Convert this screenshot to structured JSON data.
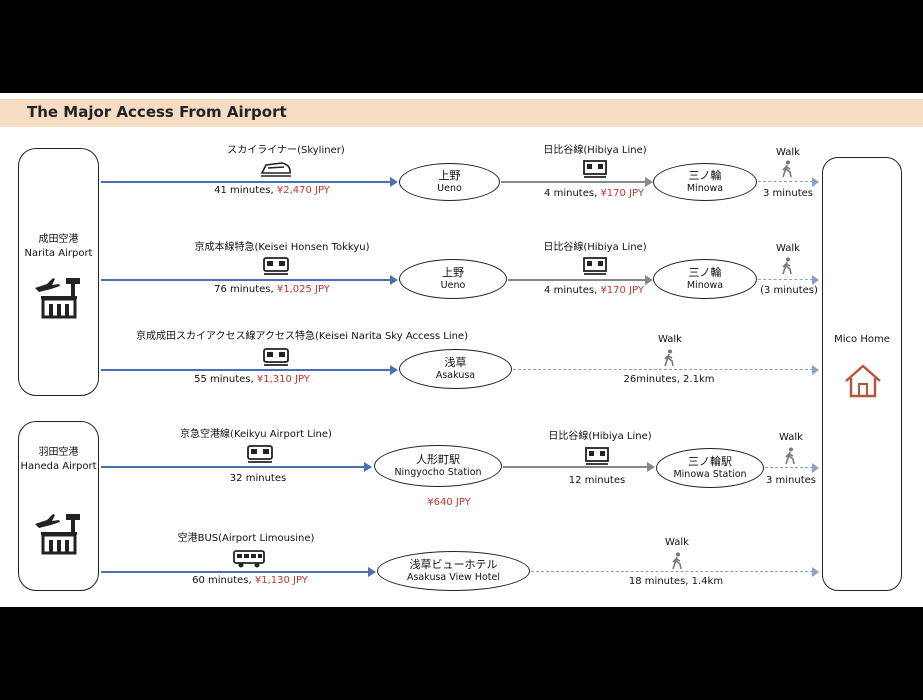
{
  "title": "The Major Access From Airport",
  "airports": {
    "narita": {
      "jp": "成田空港",
      "en": "Narita Airport"
    },
    "haneda": {
      "jp": "羽田空港",
      "en": "Haneda Airport"
    }
  },
  "destination": "Mico Home",
  "routes": [
    {
      "line": "スカイライナー(Skyliner)",
      "time": "41 minutes, ",
      "fare": "¥2,470 JPY",
      "station": {
        "jp": "上野",
        "en": "Ueno"
      },
      "line2": "日比谷線(Hibiya Line)",
      "time2": "4 minutes, ",
      "fare2": "¥170 JPY",
      "station2": {
        "jp": "三ノ輪",
        "en": "Minowa"
      },
      "walk": "Walk",
      "walk_time": "3 minutes"
    },
    {
      "line": "京成本線特急(Keisei Honsen Tokkyu)",
      "time": "76 minutes, ",
      "fare": "¥1,025 JPY",
      "station": {
        "jp": "上野",
        "en": "Ueno"
      },
      "line2": "日比谷線(Hibiya Line)",
      "time2": "4 minutes, ",
      "fare2": "¥170 JPY",
      "station2": {
        "jp": "三ノ輪",
        "en": "Minowa"
      },
      "walk": "Walk",
      "walk_time": "(3 minutes)"
    },
    {
      "line": "京成成田スカイアクセス線アクセス特急(Keisei Narita Sky Access Line)",
      "time": "55 minutes, ",
      "fare": "¥1,310 JPY",
      "station": {
        "jp": "浅草",
        "en": "Asakusa"
      },
      "walk": "Walk",
      "walk_time": "26minutes, 2.1km"
    },
    {
      "line": "京急空港線(Keikyu Airport Line)",
      "time": "32 minutes",
      "station": {
        "jp": "人形町駅",
        "en": "Ningyocho Station"
      },
      "fare_under": "¥640 JPY",
      "line2": "日比谷線(Hibiya Line)",
      "time2": "12 minutes",
      "station2": {
        "jp": "三ノ輪駅",
        "en": "Minowa Station"
      },
      "walk": "Walk",
      "walk_time": "3 minutes"
    },
    {
      "line": "空港BUS(Airport Limousine)",
      "time": "60 minutes, ",
      "fare": "¥1,130 JPY",
      "station": {
        "jp": "浅草ビューホテル",
        "en": "Asakusa View Hotel"
      },
      "walk": "Walk",
      "walk_time": "18 minutes, 1.4km"
    }
  ]
}
